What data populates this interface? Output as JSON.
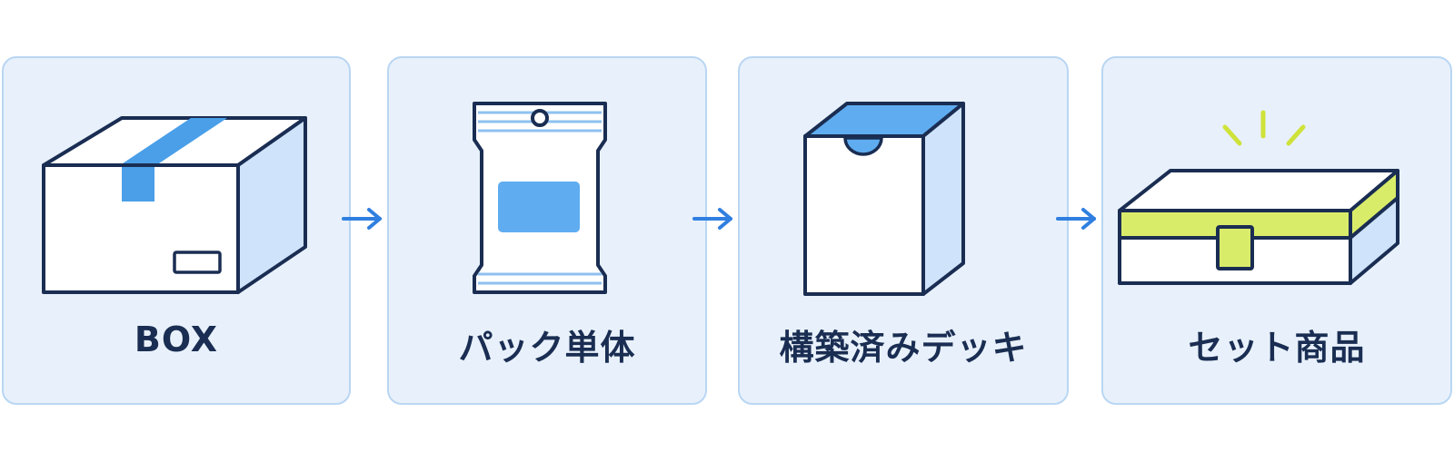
{
  "steps": [
    {
      "label": "BOX",
      "icon": "cardboard-box-icon"
    },
    {
      "label": "パック単体",
      "icon": "booster-pack-icon"
    },
    {
      "label": "構築済みデッキ",
      "icon": "deck-box-icon"
    },
    {
      "label": "セット商品",
      "icon": "gift-set-box-icon"
    }
  ],
  "colors": {
    "card_bg": "#e8f1fb",
    "card_border": "#b9d6f3",
    "outline": "#1a2d52",
    "accent_blue": "#4a9fe8",
    "light_blue": "#cfe4fa",
    "accent_lime": "#d9ec6a",
    "arrow": "#2f7fe0"
  }
}
